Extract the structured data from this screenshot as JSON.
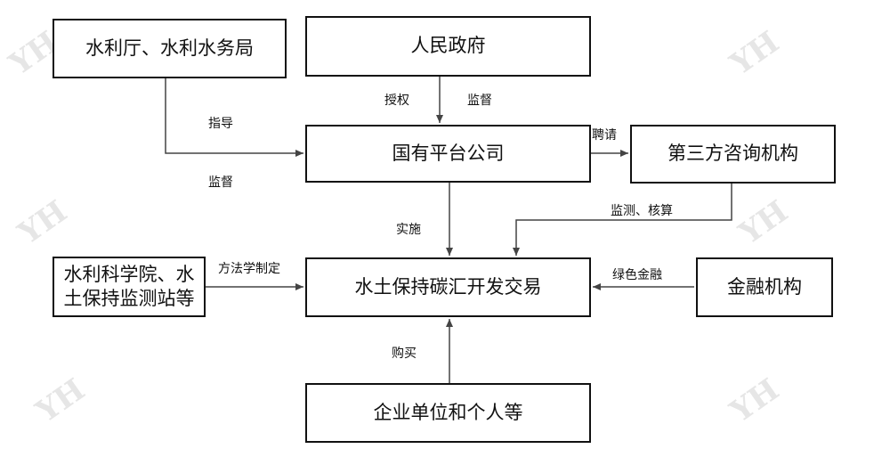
{
  "boxes": {
    "water_dept": "水利厅、水利水务局",
    "gov": "人民政府",
    "platform": "国有平台公司",
    "third_party": "第三方咨询机构",
    "institute": "水利科学院、水土保持监测站等",
    "trade": "水土保持碳汇开发交易",
    "finance": "金融机构",
    "buyers": "企业单位和个人等"
  },
  "labels": {
    "authorize": "授权",
    "supervise_gov": "监督",
    "guide": "指导",
    "supervise_dept": "监督",
    "hire": "聘请",
    "monitor_account": "监测、核算",
    "implement": "实施",
    "methodology": "方法学制定",
    "green_finance": "绿色金融",
    "purchase": "购买"
  }
}
